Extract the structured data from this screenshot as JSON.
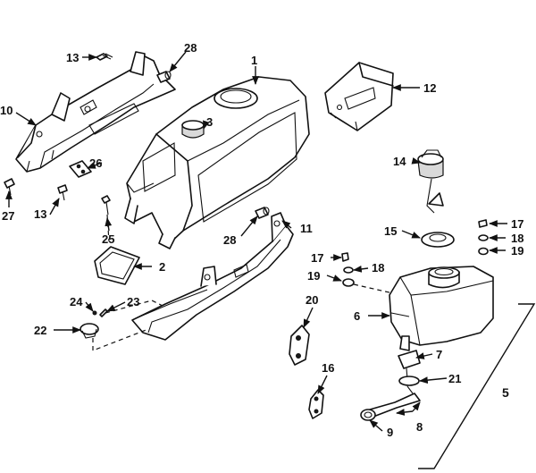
{
  "diagram": {
    "callouts": {
      "c1": "1",
      "c2": "2",
      "c3": "3",
      "c5": "5",
      "c6": "6",
      "c7": "7",
      "c8": "8",
      "c9": "9",
      "c10": "10",
      "c11": "11",
      "c12": "12",
      "c13a": "13",
      "c13b": "13",
      "c14": "14",
      "c15": "15",
      "c16": "16",
      "c17a": "17",
      "c17b": "17",
      "c18a": "18",
      "c18b": "18",
      "c19a": "19",
      "c19b": "19",
      "c20": "20",
      "c21": "21",
      "c22": "22",
      "c23": "23",
      "c24": "24",
      "c25": "25",
      "c26": "26",
      "c27": "27",
      "c28a": "28",
      "c28b": "28"
    }
  }
}
